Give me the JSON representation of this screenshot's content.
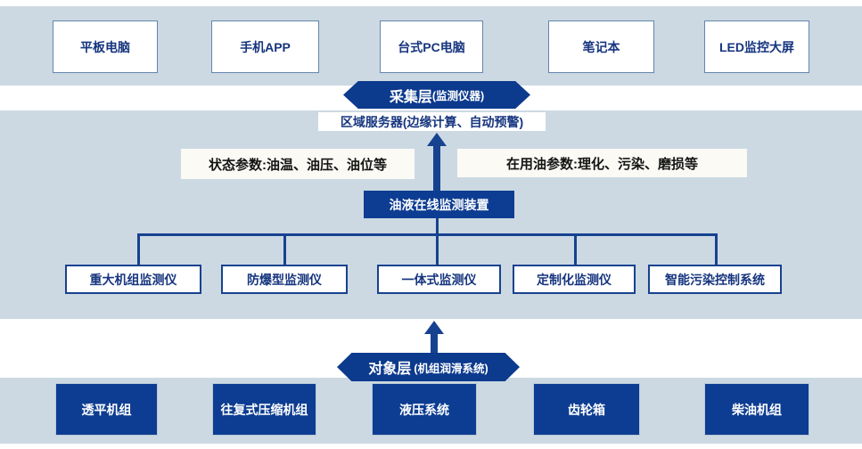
{
  "colors": {
    "band_background": "#ccd9e3",
    "dark_blue_fill": "#0d3d92",
    "banner_fill": "#0c3a8d",
    "connector_blue": "#17428f",
    "box_text_blue": "#16357f",
    "label_background": "#fbfaf5"
  },
  "top_devices": [
    "平板电脑",
    "手机APP",
    "台式PC电脑",
    "笔记本",
    "LED监控大屏"
  ],
  "collection_layer": {
    "title": "采集层",
    "suffix": "(监测仪器)"
  },
  "regional_server_label": "区域服务器(边缘计算、自动预警)",
  "status_params_label": "状态参数:油温、油压、油位等",
  "oil_params_label": "在用油参数:理化、污染、磨损等",
  "online_monitor_label": "油液在线监测装置",
  "monitors": [
    "重大机组监测仪",
    "防爆型监测仪",
    "一体式监测仪",
    "定制化监测仪",
    "智能污染控制系统"
  ],
  "object_layer": {
    "title": "对象层",
    "suffix": "(机组润滑系统)"
  },
  "equipment": [
    "透平机组",
    "往复式压缩机组",
    "液压系统",
    "齿轮箱",
    "柴油机组"
  ]
}
